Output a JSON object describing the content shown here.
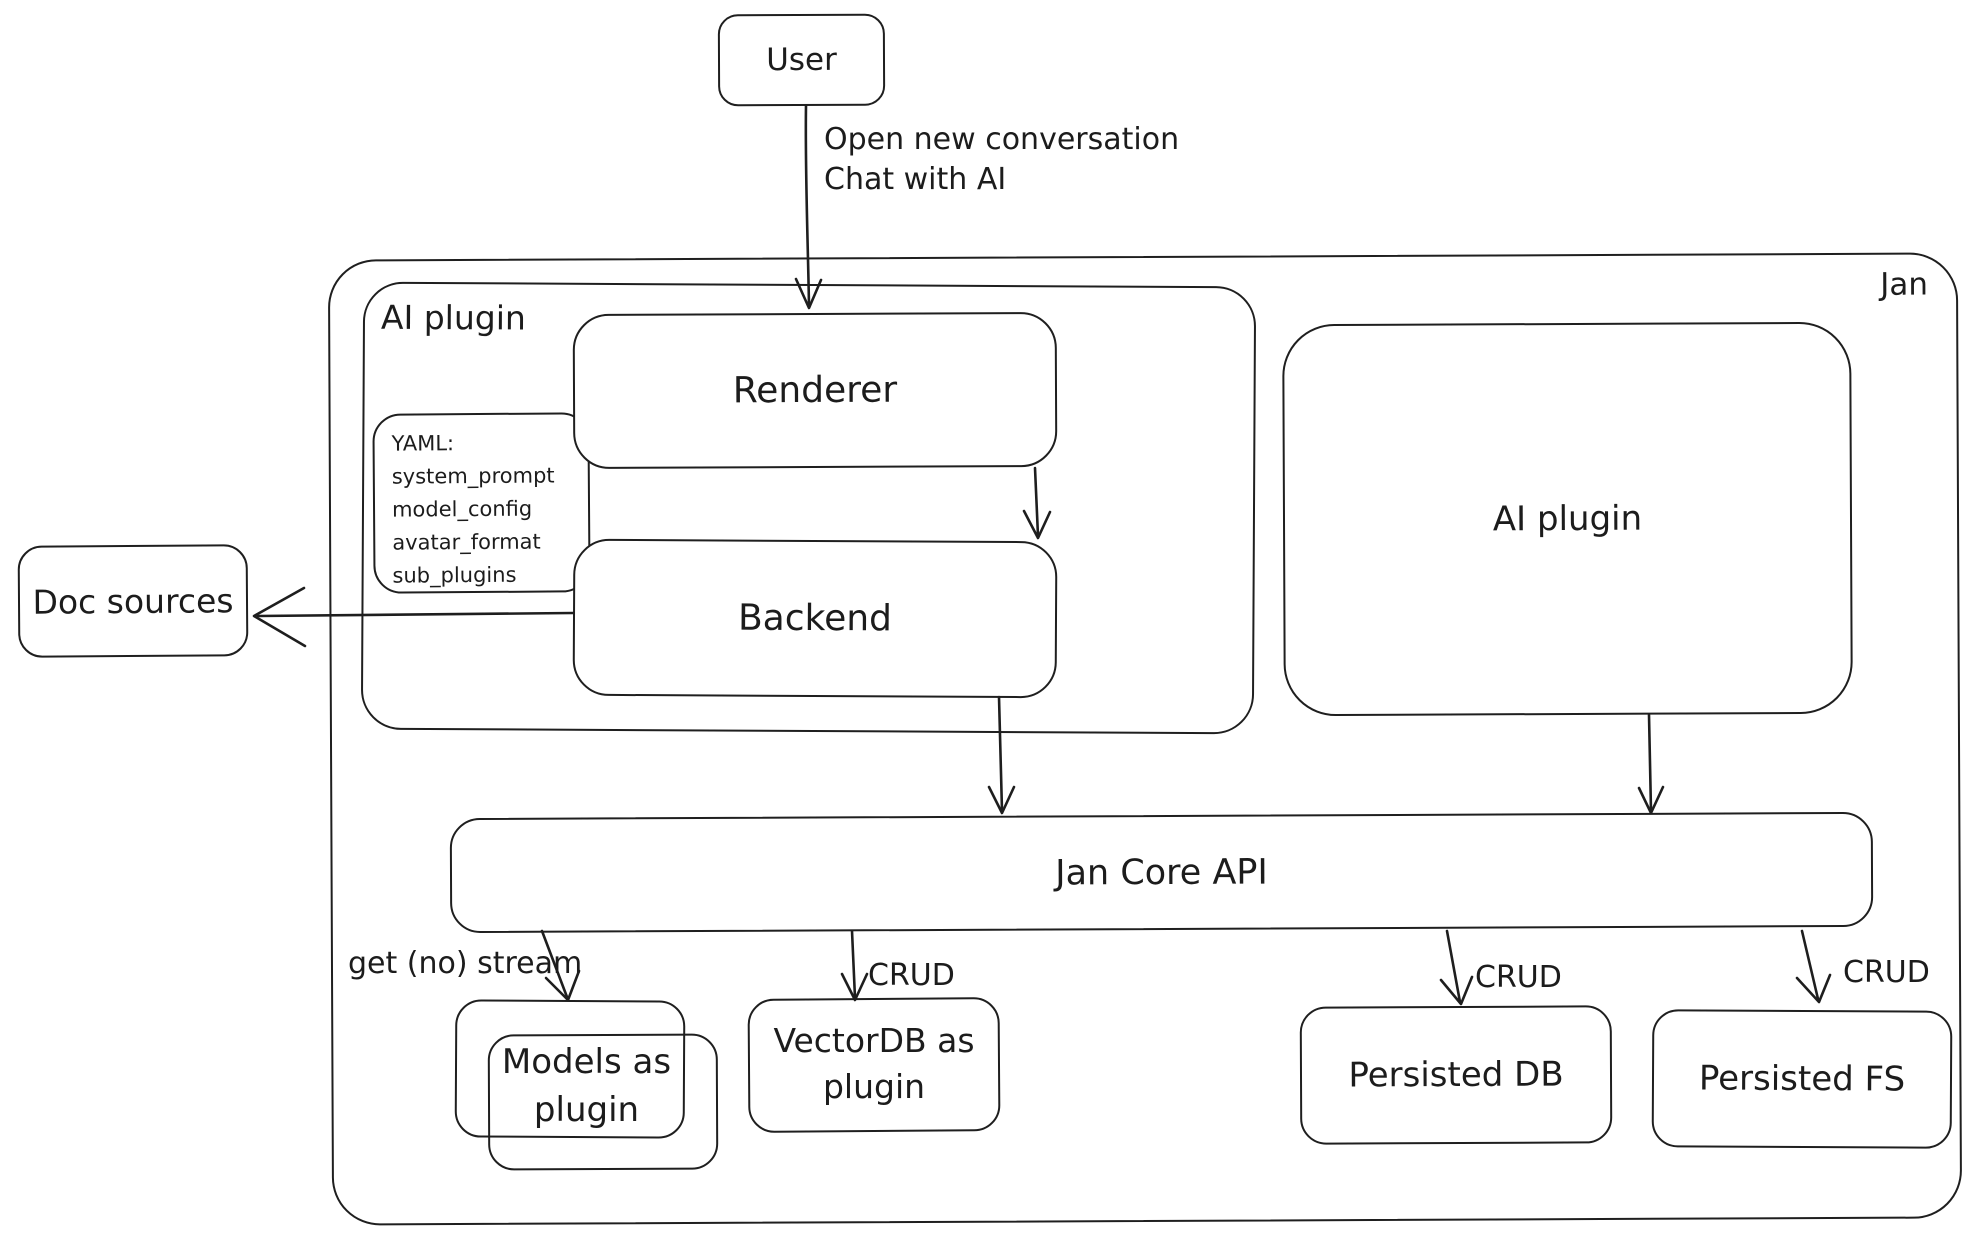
{
  "diagram": {
    "title_node": "Jan",
    "nodes": {
      "user": {
        "label": "User"
      },
      "jan_container": {
        "label": "Jan"
      },
      "ai_plugin_left": {
        "label": "AI plugin"
      },
      "yaml_note": {
        "lines": [
          "YAML:",
          "system_prompt",
          "model_config",
          "avatar_format",
          "sub_plugins"
        ]
      },
      "renderer": {
        "label": "Renderer"
      },
      "backend": {
        "label": "Backend"
      },
      "doc_sources": {
        "label": "Doc sources"
      },
      "ai_plugin_right": {
        "label": "AI plugin"
      },
      "jan_core_api": {
        "label": "Jan Core API"
      },
      "models_plugin": {
        "line1": "Models as",
        "line2": "plugin"
      },
      "vectordb_plugin": {
        "line1": "VectorDB as",
        "line2": "plugin"
      },
      "persisted_db": {
        "label": "Persisted DB"
      },
      "persisted_fs": {
        "label": "Persisted FS"
      }
    },
    "edge_labels": {
      "user_flow_line1": "Open new conversation",
      "user_flow_line2": "Chat with AI",
      "get_stream": "get (no) stream",
      "crud_vectordb": "CRUD",
      "crud_persisted_db": "CRUD",
      "crud_persisted_fs": "CRUD"
    },
    "colors": {
      "stroke": "#1e1e1e",
      "background": "#ffffff"
    }
  }
}
